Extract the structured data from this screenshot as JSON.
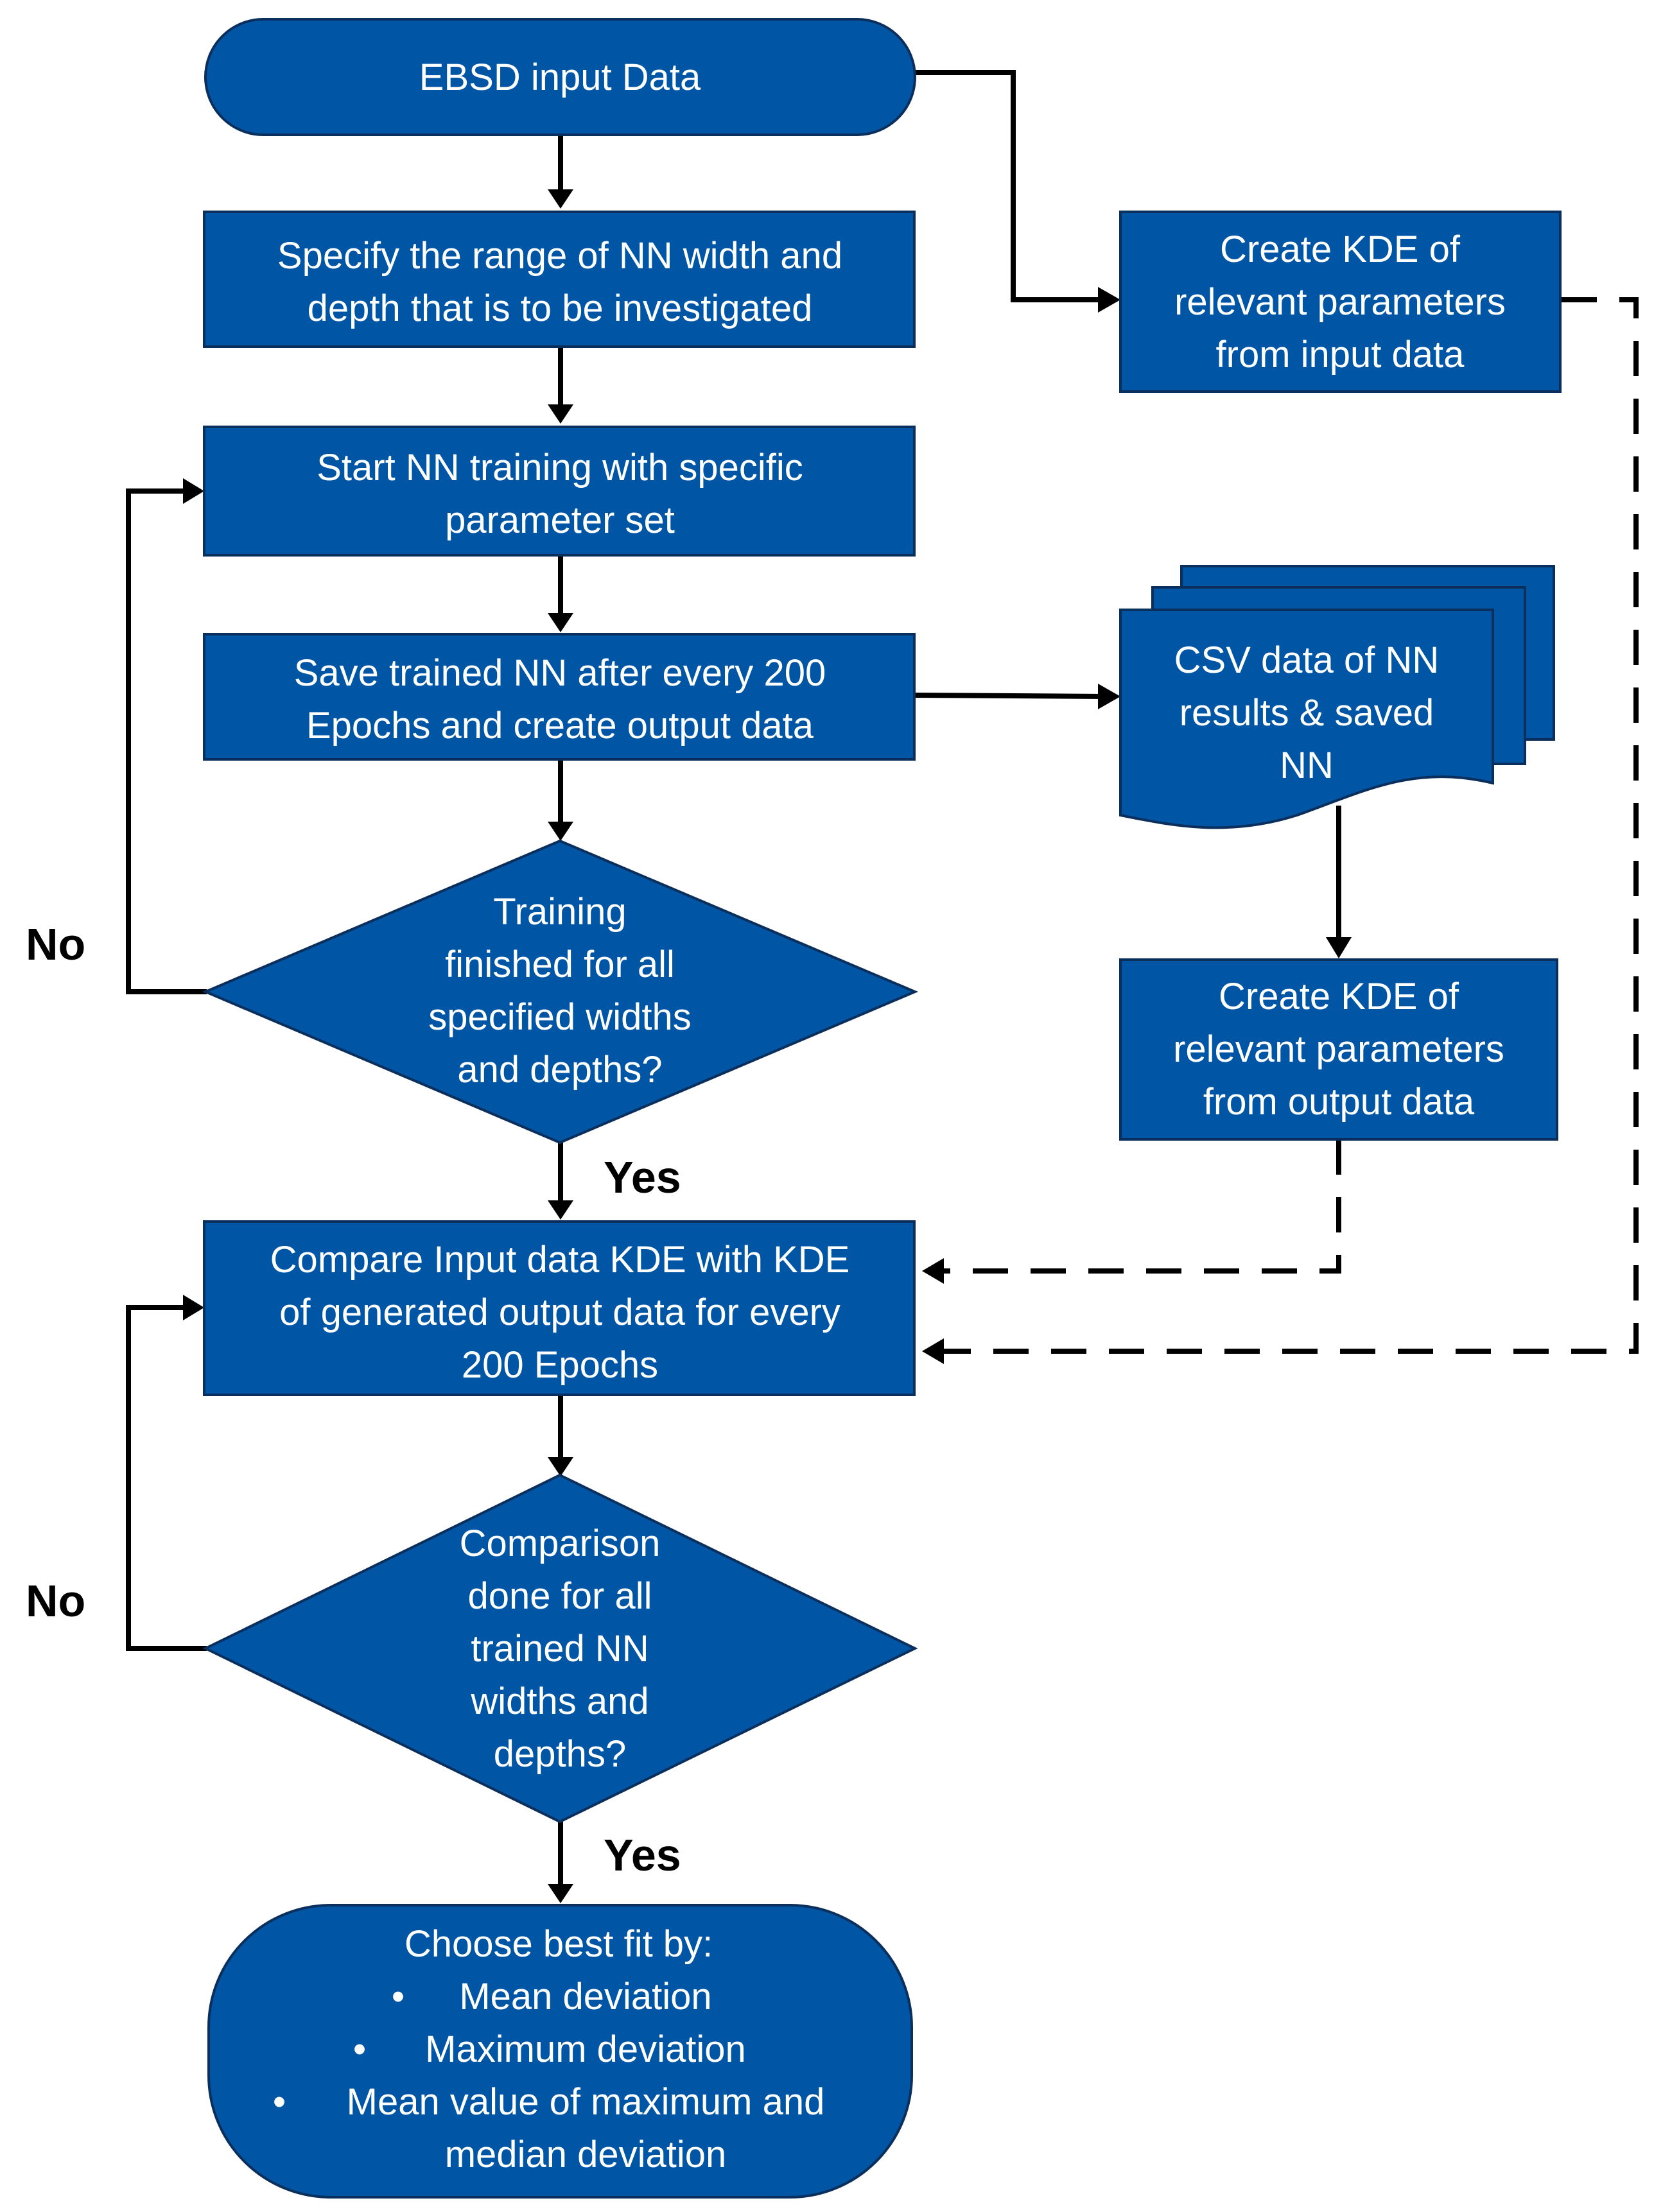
{
  "diagram": {
    "nodes": {
      "start": {
        "shape": "terminator",
        "lines": [
          "EBSD input Data"
        ]
      },
      "specify": {
        "shape": "process",
        "lines": [
          "Specify the range of NN width and",
          "depth that is to be investigated"
        ]
      },
      "kde_input": {
        "shape": "process",
        "lines": [
          "Create KDE of",
          "relevant parameters",
          "from input data"
        ]
      },
      "train": {
        "shape": "process",
        "lines": [
          "Start NN training with specific",
          "parameter set"
        ]
      },
      "save": {
        "shape": "process",
        "lines": [
          "Save trained NN after every 200",
          "Epochs and create output data"
        ]
      },
      "csv": {
        "shape": "multi-document",
        "lines": [
          "CSV data of NN",
          "results & saved",
          "NN"
        ]
      },
      "decision1": {
        "shape": "decision",
        "lines": [
          "Training",
          "finished for all",
          "specified widths",
          "and depths?"
        ]
      },
      "kde_output": {
        "shape": "process",
        "lines": [
          "Create KDE of",
          "relevant parameters",
          "from output data"
        ]
      },
      "compare": {
        "shape": "process",
        "lines": [
          "Compare Input data KDE with KDE",
          "of generated output data for every",
          "200 Epochs"
        ]
      },
      "decision2": {
        "shape": "decision",
        "lines": [
          "Comparison",
          "done for all",
          "trained NN",
          "widths and",
          "depths?"
        ]
      },
      "end": {
        "shape": "terminator",
        "lines": [
          "Choose best fit by:"
        ],
        "bullets": [
          "Mean deviation",
          "Maximum deviation",
          "Mean value of maximum and"
        ],
        "continuation": "median deviation"
      }
    },
    "branch_labels": {
      "no1": "No",
      "yes1": "Yes",
      "no2": "No",
      "yes2": "Yes"
    },
    "bullet_glyph": "•",
    "colors": {
      "node_fill": "#0055a4",
      "node_border": "#0b2f5c",
      "text": "#ffffff",
      "connector": "#000000"
    }
  }
}
